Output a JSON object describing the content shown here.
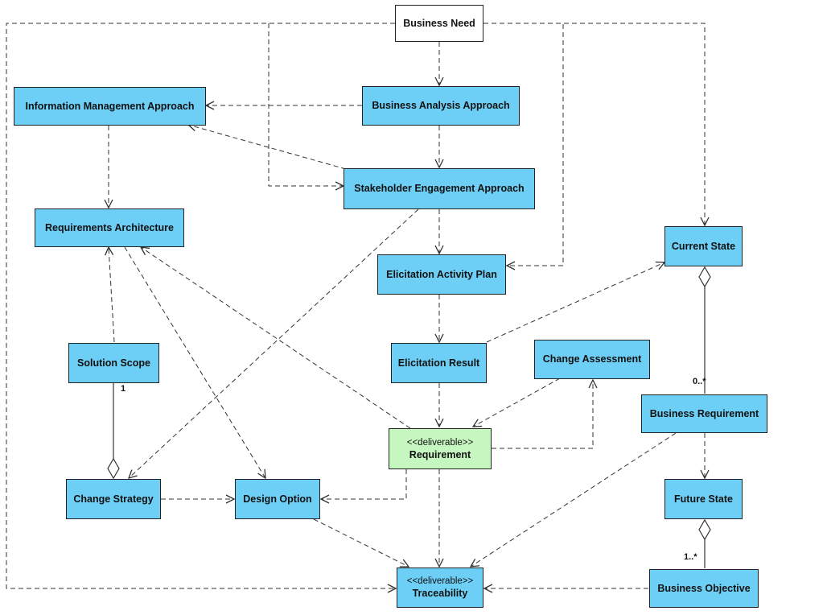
{
  "nodes": {
    "business_need": {
      "label": "Business Need",
      "fill": "#ffffff"
    },
    "business_analysis_approach": {
      "label": "Business Analysis Approach",
      "fill": "#6ecff6"
    },
    "information_management_approach": {
      "label": "Information Management Approach",
      "fill": "#6ecff6"
    },
    "stakeholder_engagement_approach": {
      "label": "Stakeholder Engagement Approach",
      "fill": "#6ecff6"
    },
    "requirements_architecture": {
      "label": "Requirements Architecture",
      "fill": "#6ecff6"
    },
    "current_state": {
      "label": "Current State",
      "fill": "#6ecff6"
    },
    "elicitation_activity_plan": {
      "label": "Elicitation Activity Plan",
      "fill": "#6ecff6"
    },
    "solution_scope": {
      "label": "Solution Scope",
      "fill": "#6ecff6"
    },
    "elicitation_result": {
      "label": "Elicitation Result",
      "fill": "#6ecff6"
    },
    "change_assessment": {
      "label": "Change Assessment",
      "fill": "#6ecff6"
    },
    "business_requirement": {
      "label": "Business Requirement",
      "fill": "#6ecff6"
    },
    "requirement": {
      "stereotype": "<<deliverable>>",
      "label": "Requirement",
      "fill": "#c6f7c0"
    },
    "change_strategy": {
      "label": "Change Strategy",
      "fill": "#6ecff6"
    },
    "design_option": {
      "label": "Design Option",
      "fill": "#6ecff6"
    },
    "future_state": {
      "label": "Future State",
      "fill": "#6ecff6"
    },
    "traceability": {
      "stereotype": "<<deliverable>>",
      "label": "Traceability",
      "fill": "#6ecff6"
    },
    "business_objective": {
      "label": "Business Objective",
      "fill": "#6ecff6"
    }
  },
  "multiplicities": {
    "solution_scope_end": "1",
    "business_requirement_end": "0..*",
    "business_objective_end": "1..*"
  },
  "colors": {
    "node_fill": "#6ecff6",
    "deliverable_fill": "#c6f7c0",
    "border": "#222222",
    "edge": "#333333"
  }
}
